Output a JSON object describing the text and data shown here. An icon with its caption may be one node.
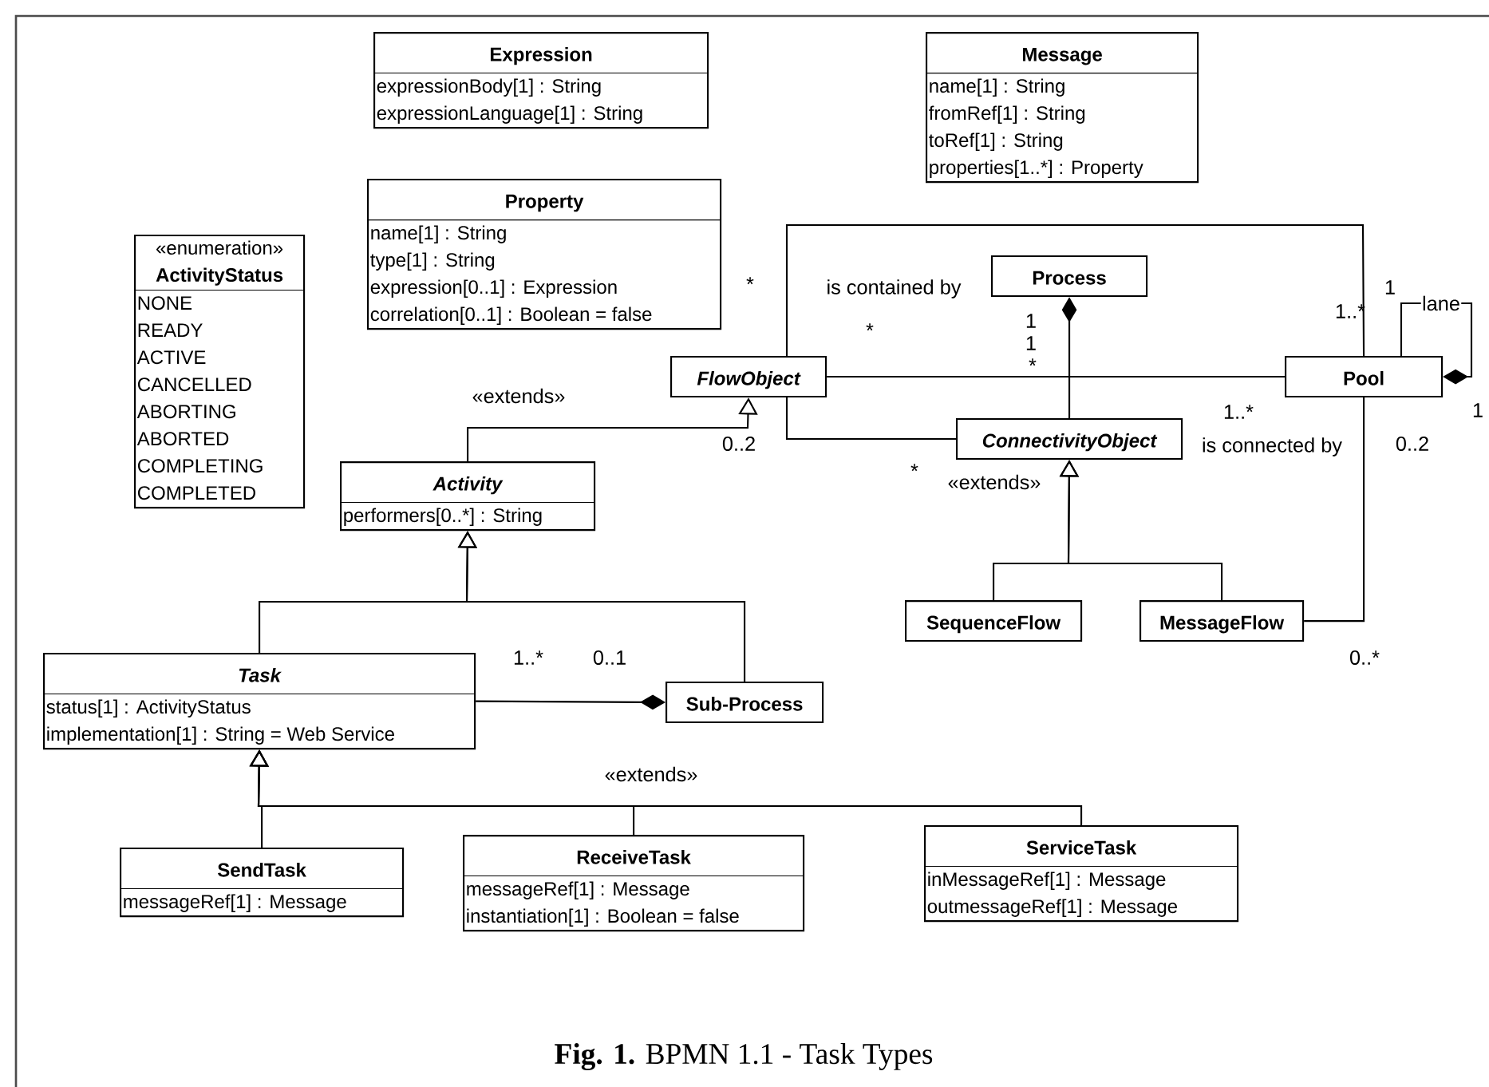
{
  "diagram": {
    "caption": "**Fig. 1.** BPMN 1.1 - Task Types",
    "nodes": [
      {
        "text": [
          "Expression",
          "expressionBody[1] : String",
          "expressionLanguage[1] : String"
        ]
      },
      {
        "text": [
          "Message",
          "name[1] : String",
          "fromRef[1] : String",
          "toRef[1] : String",
          "properties[1..*] : Property"
        ]
      },
      {
        "text": [
          "«enumeration»",
          "ActivityStatus",
          "NONE",
          "READY",
          "ACTIVE",
          "CANCELLED",
          "ABORTING",
          "ABORTED",
          "COMPLETING",
          "COMPLETED"
        ]
      },
      {
        "text": [
          "Property",
          "name[1] : String",
          "type[1] : String",
          "expression[0..1] : Expression",
          "correlation[0..1] : Boolean = false"
        ]
      },
      {
        "text": [
          "Process"
        ]
      },
      {
        "text": [
          "FlowObject"
        ]
      },
      {
        "text": [
          "Pool"
        ]
      },
      {
        "text": [
          "ConnectivityObject"
        ]
      },
      {
        "text": [
          "Activity",
          "performers[0..*] : String"
        ]
      },
      {
        "text": [
          "SequenceFlow"
        ]
      },
      {
        "text": [
          "MessageFlow"
        ]
      },
      {
        "text": [
          "Task",
          "status[1] : ActivityStatus",
          "implementation[1] : String = Web Service"
        ]
      },
      {
        "text": [
          "Sub-Process"
        ]
      },
      {
        "text": [
          "SendTask",
          "messageRef[1] : Message"
        ]
      },
      {
        "text": [
          "ReceiveTask",
          "messageRef[1] : Message",
          "instantiation[1] : Boolean = false"
        ]
      },
      {
        "text": [
          "ServiceTask",
          "inMessageRef[1] : Message",
          "outmessageRef[1] : Message"
        ]
      }
    ],
    "edges": [
      {
        "from": 8,
        "to": 5,
        "arrow": "to"
      },
      {
        "from": 11,
        "to": 8,
        "arrow": "to"
      },
      {
        "from": 12,
        "to": 8,
        "arrow": "to"
      },
      {
        "from": 11,
        "to": 12,
        "arrow": "other"
      },
      {
        "from": 13,
        "to": 11,
        "arrow": "to"
      },
      {
        "from": 14,
        "to": 11,
        "arrow": "to"
      },
      {
        "from": 15,
        "to": 11,
        "arrow": "to"
      },
      {
        "from": 9,
        "to": 7,
        "arrow": "to"
      },
      {
        "from": 10,
        "to": 7,
        "arrow": "to"
      },
      {
        "from": 7,
        "to": 4,
        "arrow": "other"
      },
      {
        "from": 5,
        "to": 6,
        "arrow": "none"
      },
      {
        "from": 5,
        "to": 6,
        "arrow": "none"
      },
      {
        "from": 5,
        "to": 7,
        "arrow": "none"
      },
      {
        "from": 6,
        "to": 6,
        "arrow": "other",
        "label": "lane"
      },
      {
        "from": 10,
        "to": 6,
        "arrow": "none"
      }
    ],
    "labels": [
      "*",
      "is contained by",
      "1",
      "1..*",
      "*",
      "1",
      "1",
      "*",
      "«extends»",
      "1..*",
      "1",
      "0..2",
      "is connected by",
      "0..2",
      "*",
      "«extends»",
      "1..*",
      "0..1",
      "0..*",
      "«extends»"
    ]
  }
}
